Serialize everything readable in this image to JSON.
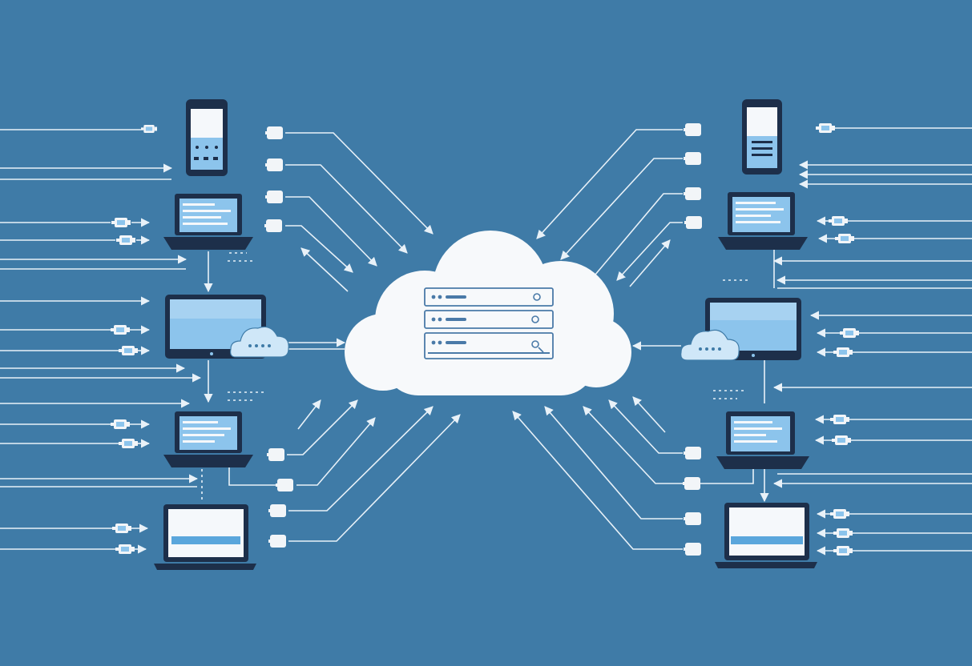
{
  "colors": {
    "background": "#3f7ba7",
    "line": "#e8f1f8",
    "cloud": "#f7f9fb",
    "device_frame": "#1d2f4a",
    "screen": "#8cc4ec",
    "screen_dark": "#5aa6dc",
    "connector": "#f2f5f8",
    "rack_stroke": "#4a7aa8"
  },
  "icons": {
    "central_cloud": "cloud-server-icon",
    "server_rack": "server-rack-icon",
    "phone": "smartphone-icon",
    "laptop": "laptop-icon",
    "monitor": "monitor-icon",
    "small_cloud": "cloud-chat-icon",
    "connector": "network-plug-icon"
  },
  "server_racks": 3,
  "devices": {
    "left": [
      "smartphone",
      "laptop",
      "monitor",
      "laptop",
      "laptop"
    ],
    "right": [
      "smartphone",
      "laptop",
      "monitor",
      "laptop",
      "laptop"
    ]
  }
}
